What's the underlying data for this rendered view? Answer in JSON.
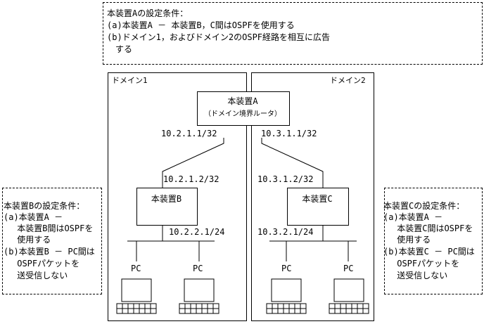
{
  "top_note": {
    "title": "本装置Aの設定条件：",
    "line_a": "(a)本装置A － 本装置B，C間はOSPFを使用する",
    "line_b1": "(b)ドメイン1，およびドメイン2のOSPF経路を相互に広告",
    "line_b2": "　する"
  },
  "domains": {
    "domain1_label": "ドメイン1",
    "domain2_label": "ドメイン2"
  },
  "devices": {
    "a_line1": "本装置A",
    "a_line2": "（ドメイン境界ルータ）",
    "b": "本装置B",
    "c": "本装置C",
    "pc": "PC"
  },
  "addresses": {
    "a_left": "10.2.1.1/32",
    "a_right": "10.3.1.1/32",
    "b_up": "10.2.1.2/32",
    "c_up": "10.3.1.2/32",
    "b_lan": "10.2.2.1/24",
    "c_lan": "10.3.2.1/24"
  },
  "left_note": {
    "title": "本装置Bの設定条件：",
    "a1": "(a)本装置A －",
    "a2": "　 本装置B間はOSPFを",
    "a3": "　 使用する",
    "b1": "(b)本装置B － PC間は",
    "b2": "　 OSPFパケットを",
    "b3": "　 送受信しない"
  },
  "right_note": {
    "title": "本装置Cの設定条件：",
    "a1": "(a)本装置A －",
    "a2": "　 本装置C間はOSPFを",
    "a3": "　 使用する",
    "b1": "(b)本装置C － PC間は",
    "b2": "　 OSPFパケットを",
    "b3": "　 送受信しない"
  }
}
